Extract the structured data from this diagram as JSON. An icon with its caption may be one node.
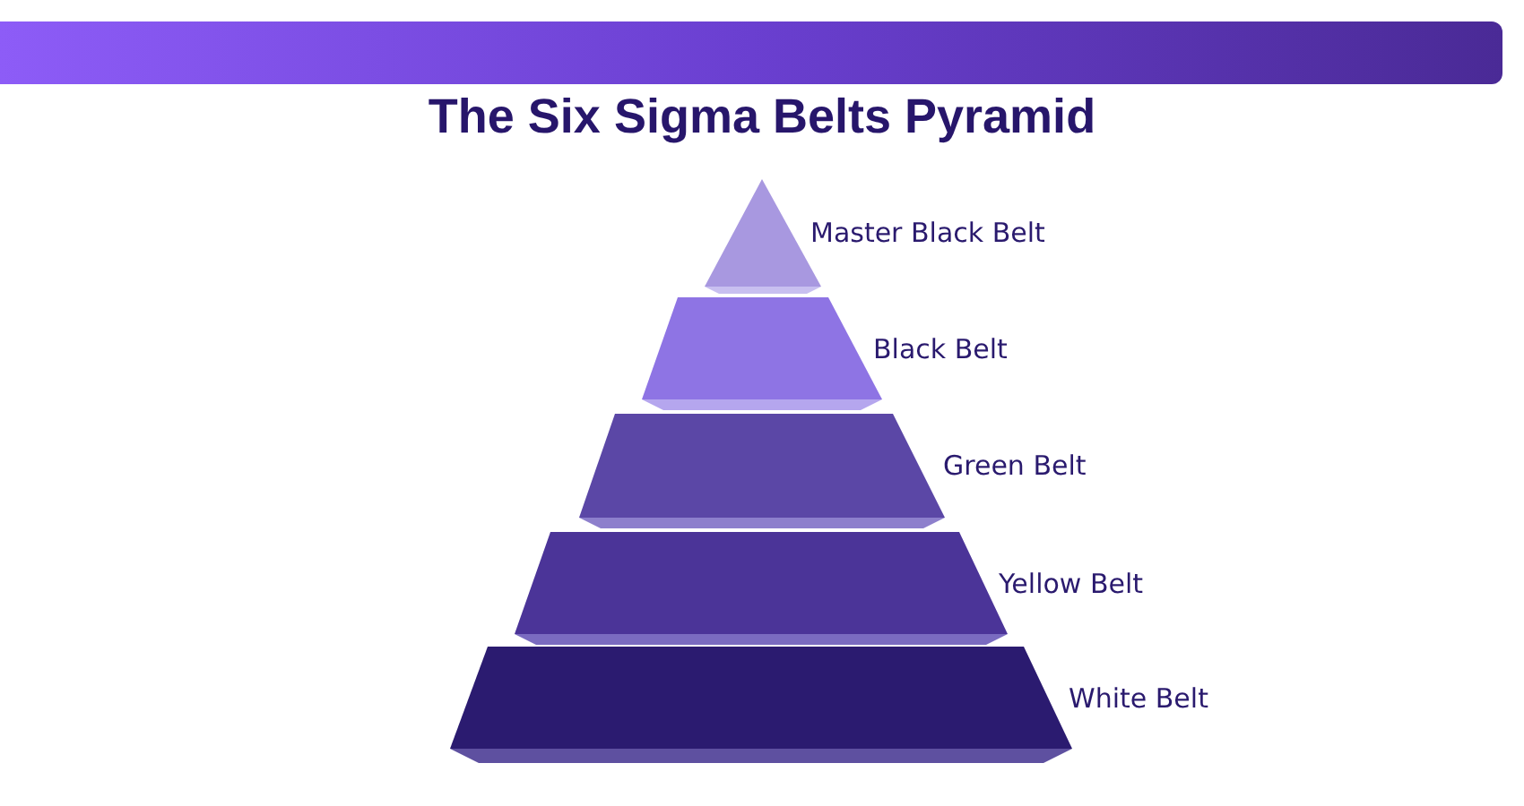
{
  "diagram": {
    "title": "The Six Sigma Belts Pyramid",
    "nodes": [
      {
        "text": [
          "Master Black Belt"
        ]
      },
      {
        "text": [
          "Black Belt"
        ]
      },
      {
        "text": [
          "Green Belt"
        ]
      },
      {
        "text": [
          "Yellow Belt"
        ]
      },
      {
        "text": [
          "White Belt"
        ]
      }
    ]
  }
}
